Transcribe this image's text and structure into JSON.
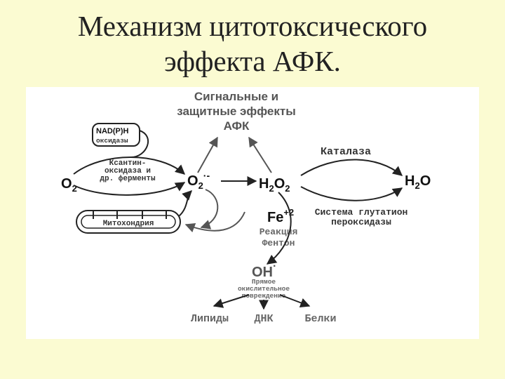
{
  "title": {
    "line1": "Механизм цитотоксического",
    "line2": "эффекта АФК."
  },
  "diagram": {
    "signal_line1": "Сигнальные и",
    "signal_line2": "защитные эффекты",
    "signal_line3": "АФК",
    "nadph": "NAD(P)H",
    "oxidases": "оксидазы",
    "xanthine_line1": "Ксантин-",
    "xanthine_line2": "оксидаза и",
    "xanthine_line3": "др. ферменты",
    "o2_base": "O",
    "o2_sub": "2",
    "superoxide_base": "O",
    "superoxide_sub": "2",
    "superoxide_sup": "·-",
    "h2o2_h": "H",
    "h2o2_sub1": "2",
    "h2o2_o": "O",
    "h2o2_sub2": "2",
    "h2o_h": "H",
    "h2o_sub": "2",
    "h2o_o": "O",
    "catalase": "Каталаза",
    "mitochondria": "Митохондрия",
    "fe_base": "Fe",
    "fe_sup": "+2",
    "fenton_line1": "Реакция",
    "fenton_line2": "Фентон",
    "gpx_line1": "Система глутатион",
    "gpx_line2": "пероксидазы",
    "oh_base": "OH",
    "oh_sup": "·",
    "damage_line1": "Прямое",
    "damage_line2": "окислительное",
    "damage_line3": "повреждение",
    "lipids": "Липиды",
    "dna": "ДНК",
    "proteins": "Белки"
  }
}
